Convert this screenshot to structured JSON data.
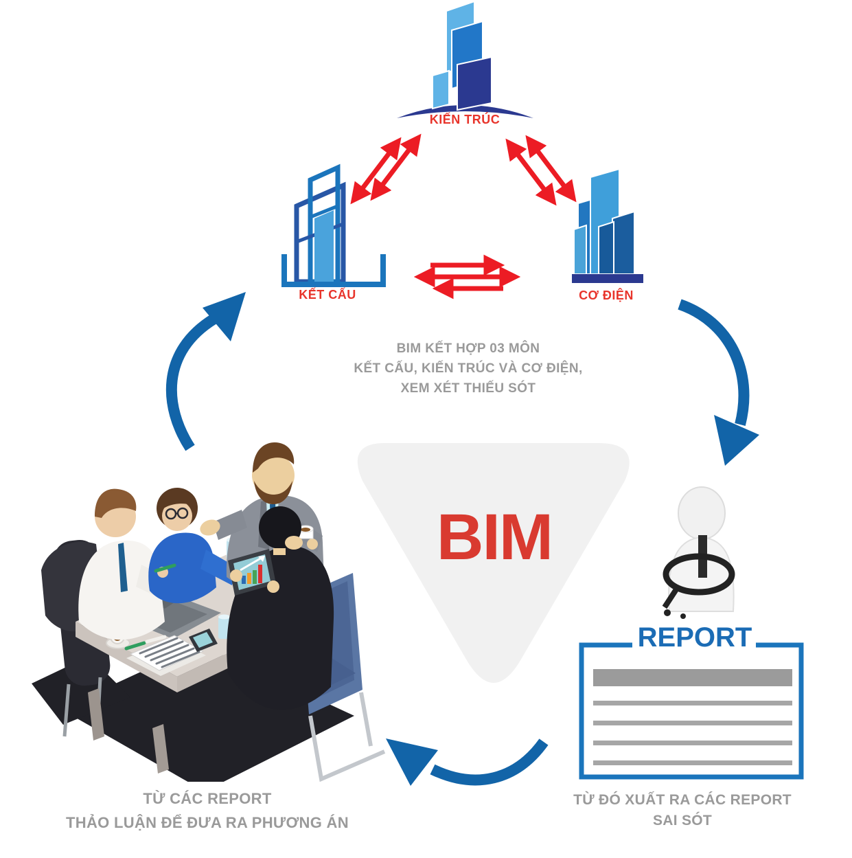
{
  "diagram": {
    "nodes": {
      "architecture": {
        "label": "KIẾN TRÚC"
      },
      "structure": {
        "label": "KẾT CẤU"
      },
      "mep": {
        "label": "CƠ ĐIỆN"
      }
    },
    "center": {
      "bim_label": "BIM",
      "caption_lines": [
        "BIM KẾT HỢP 03 MÔN",
        "KẾT CẤU, KIẾN TRÚC VÀ CƠ ĐIỆN,",
        "XEM XÉT THIẾU SÓT"
      ]
    },
    "report": {
      "title": "REPORT",
      "caption_lines": [
        "TỪ ĐÓ XUẤT RA CÁC REPORT",
        "SAI SÓT"
      ]
    },
    "meeting": {
      "caption_lines": [
        "TỪ CÁC REPORT",
        "THẢO LUẬN ĐỂ ĐƯA RA PHƯƠNG ÁN"
      ]
    },
    "icons": {
      "architecture": "skyline-towers-icon",
      "structure": "wireframe-building-icon",
      "mep": "solid-building-icon",
      "exchange": "red-double-arrow-icon",
      "cycle": "blue-curved-arrow-icon",
      "inspector": "figure-with-magnifier-icon",
      "report_doc": "document-lines-icon",
      "meeting": "team-meeting-illustration"
    },
    "colors": {
      "arrow_red": "#ec1c24",
      "label_red": "#e8342b",
      "bim_red": "#d93a30",
      "cycle_blue": "#1264a8",
      "building_blue": "#1b75bc",
      "navy": "#2b3990",
      "light_blue": "#5fb3e6",
      "mid_blue": "#2277c8",
      "report_blue": "#1b6cb5",
      "caption_gray": "#9a9a9a",
      "triangle_gray": "#f1f1f1"
    }
  }
}
